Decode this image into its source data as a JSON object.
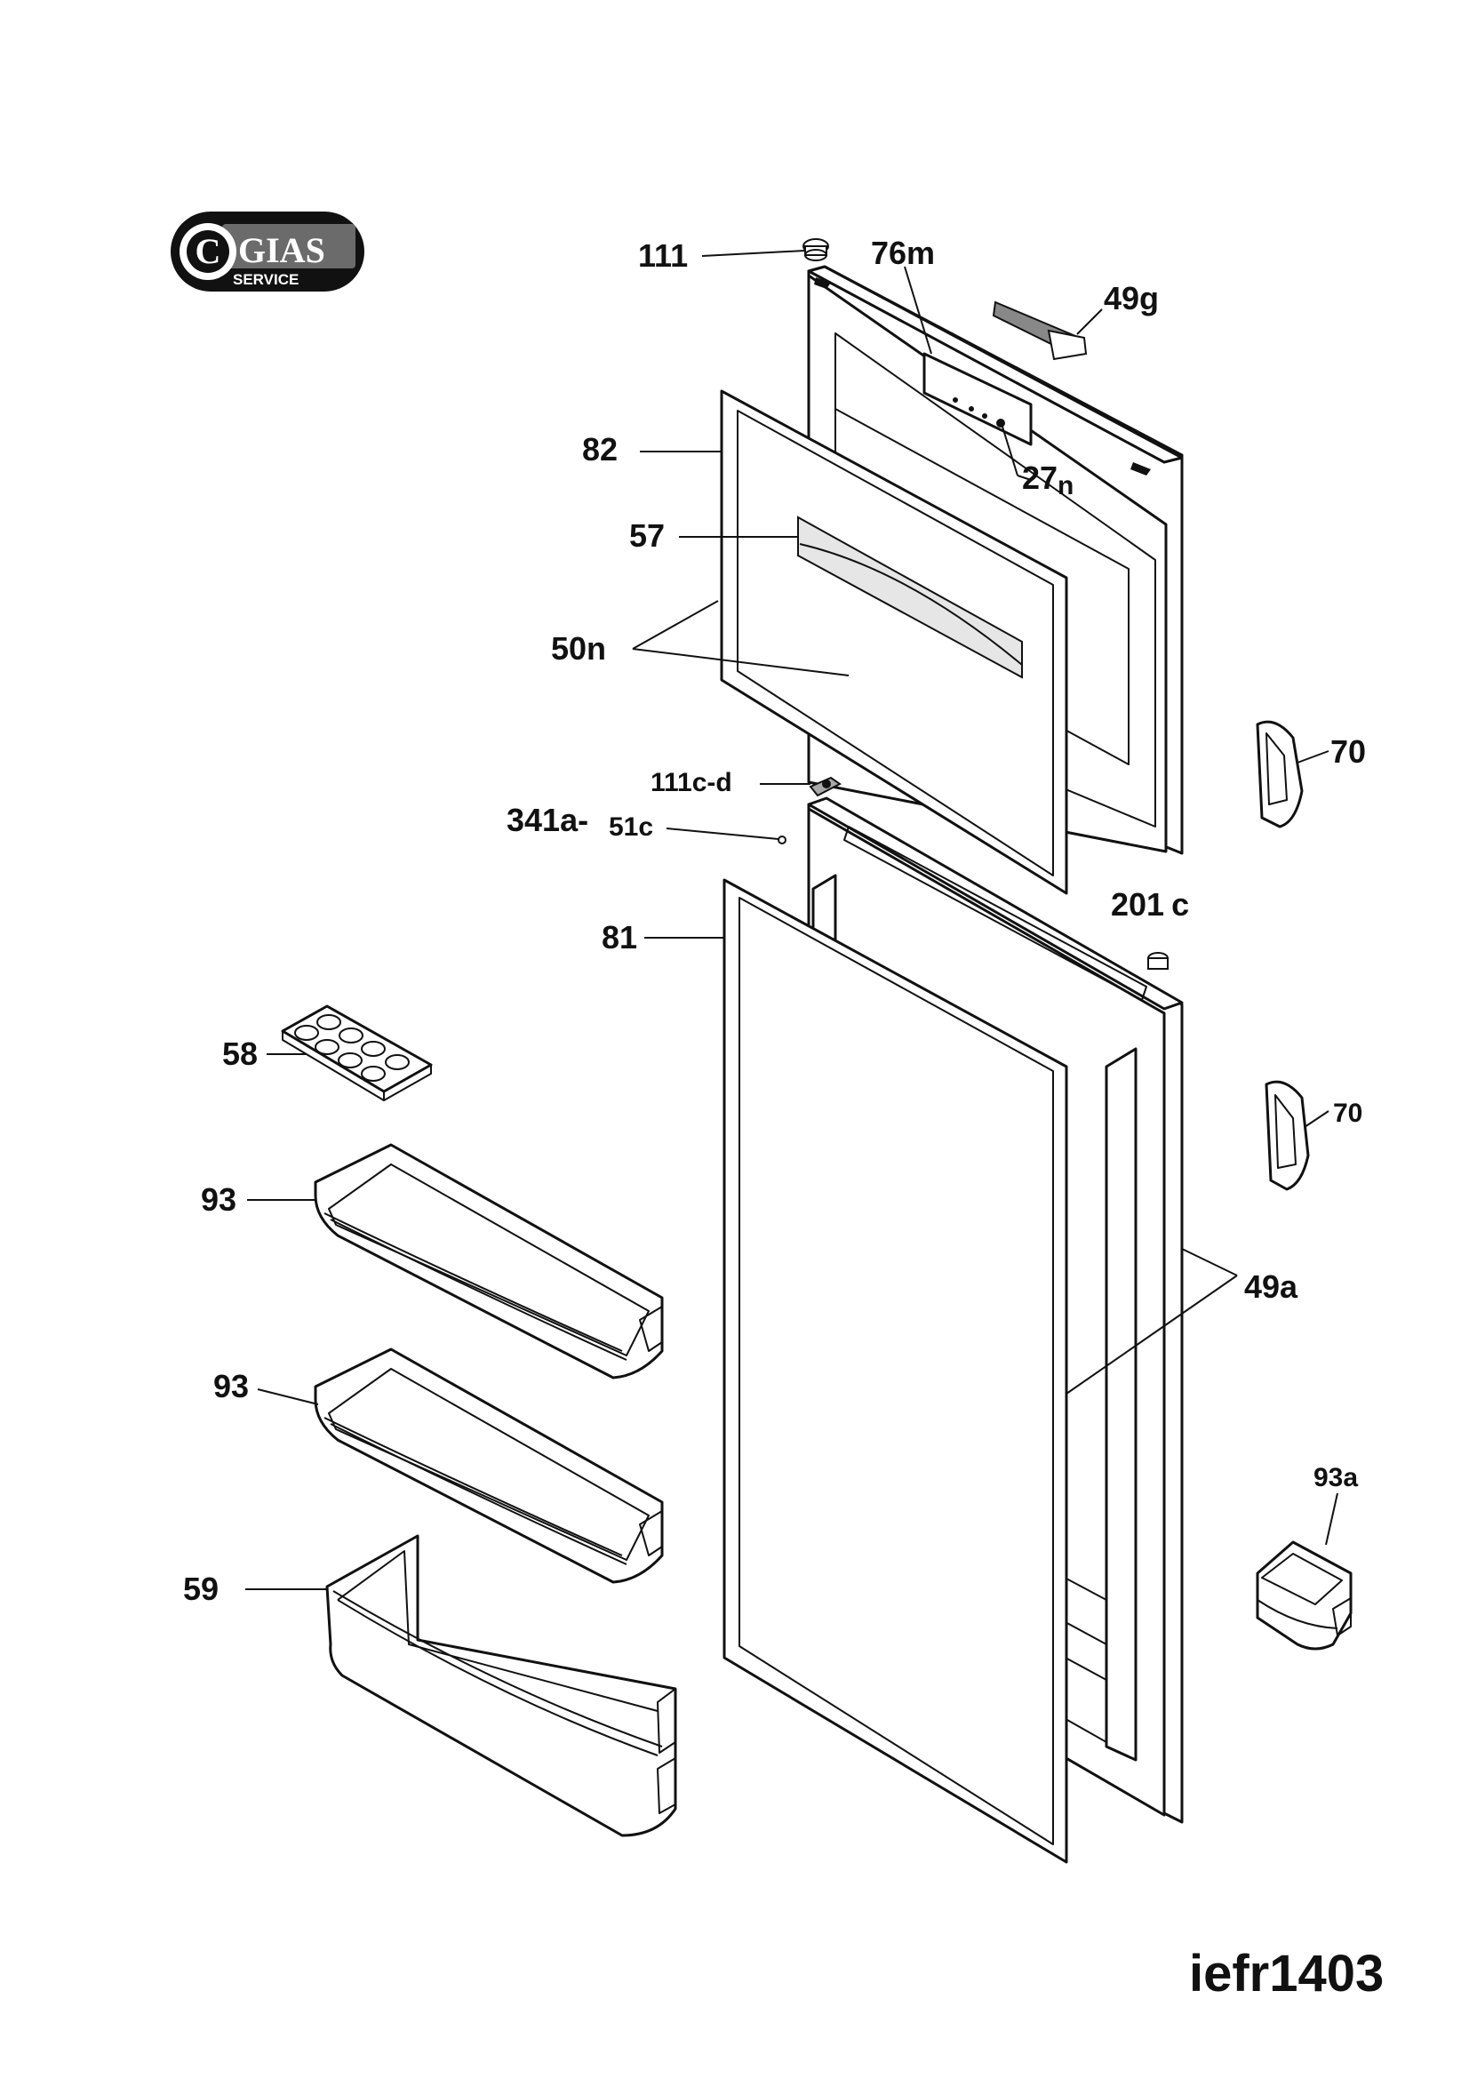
{
  "logo": {
    "brand": "GIAS",
    "subtitle": "SERVICE",
    "mark": "C"
  },
  "drawing_code": "iefr1403",
  "parts": {
    "p111": "111",
    "p76m": "76m",
    "p49g": "49g",
    "p82": "82",
    "p27n_a": "27",
    "p27n_b": "n",
    "p57": "57",
    "p50n": "50n",
    "p70_top": "70",
    "p111cd": "111c-d",
    "p341a": "341a-",
    "p51c": "51c",
    "p201c_a": "201",
    "p201c_b": "c",
    "p81": "81",
    "p58": "58",
    "p70_bottom": "70",
    "p93_top": "93",
    "p49a": "49a",
    "p93_bottom": "93",
    "p93a": "93a",
    "p59": "59"
  },
  "colors": {
    "ink": "#111111",
    "paper": "#ffffff",
    "shade": "#e6e6e6"
  }
}
